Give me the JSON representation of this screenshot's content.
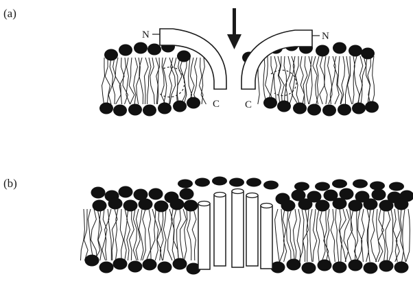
{
  "panels": [
    {
      "label": "(a)",
      "terminals": {
        "left_n": "N",
        "left_c": "C",
        "right_n": "N",
        "right_c": "C"
      }
    },
    {
      "label": "(b)"
    }
  ]
}
